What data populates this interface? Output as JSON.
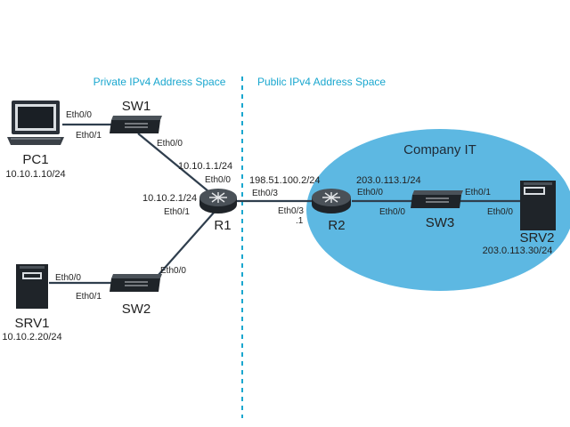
{
  "zones": {
    "private_label": "Private IPv4 Address Space",
    "public_label": "Public IPv4 Address Space",
    "label_color": "#1aa7cf",
    "divider_color": "#1aa7cf"
  },
  "cloud": {
    "label": "Company IT",
    "color": "#5db8e2"
  },
  "devices": {
    "pc1": {
      "name": "PC1",
      "ip": "10.10.1.10/24",
      "if0": "Eth0/0"
    },
    "sw1": {
      "name": "SW1",
      "if0": "Eth0/0",
      "if1": "Eth0/1"
    },
    "r1": {
      "name": "R1",
      "ip_top": "10.10.1.1/24",
      "if_top": "Eth0/0",
      "ip_left": "10.10.2.1/24",
      "if_left": "Eth0/1",
      "ip_right": "198.51.100.2/24",
      "if_right": "Eth0/3"
    },
    "sw2": {
      "name": "SW2",
      "if0": "Eth0/0",
      "if1": "Eth0/1"
    },
    "srv1": {
      "name": "SRV1",
      "ip": "10.10.2.20/24",
      "if0": "Eth0/0"
    },
    "r2": {
      "name": "R2",
      "if_left": "Eth0/3",
      "ip_left_suffix": ".1",
      "ip_right": "203.0.113.1/24",
      "if_right": "Eth0/0"
    },
    "sw3": {
      "name": "SW3",
      "if0": "Eth0/0",
      "if1": "Eth0/1"
    },
    "srv2": {
      "name": "SRV2",
      "ip": "203.0.113.30/24",
      "if0": "Eth0/0"
    }
  },
  "colors": {
    "link": "#2f3e4d",
    "device_dark": "#1f2429",
    "router_body": "#2d3339"
  }
}
